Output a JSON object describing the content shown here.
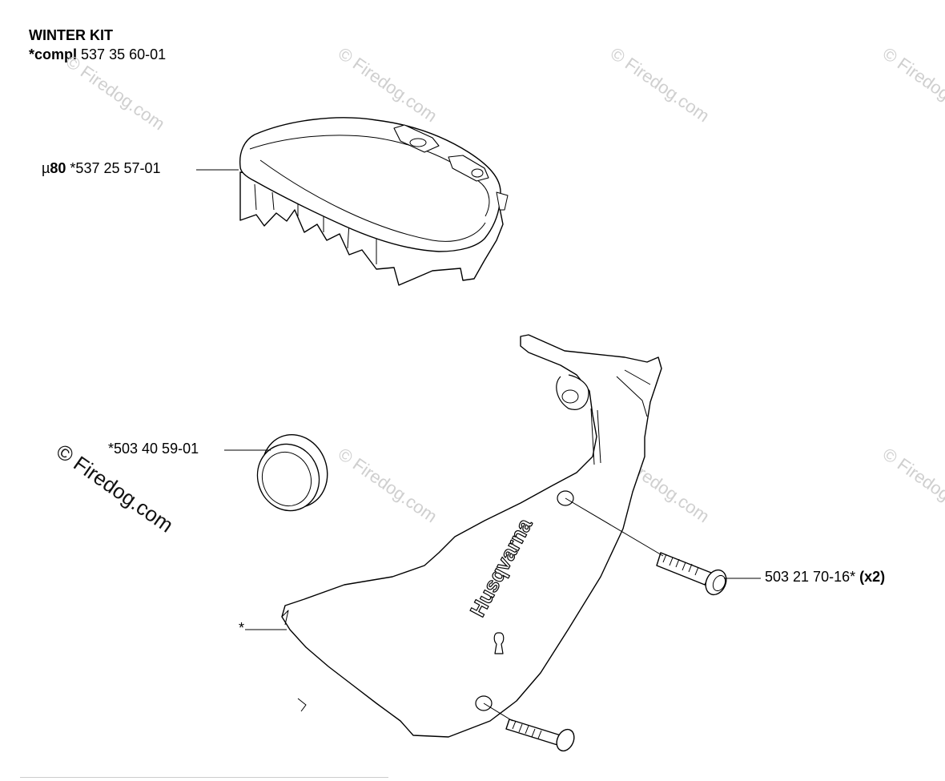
{
  "header": {
    "title": "WINTER KIT",
    "compl_prefix": "*compl",
    "compl_number": "537 35 60-01"
  },
  "callouts": {
    "top_cover_prefix": "µ",
    "top_cover_ref": "80",
    "top_cover_part": "*537 25 57-01",
    "plug_part": "*503 40 59-01",
    "screw_part": "503 21 70-16*",
    "screw_qty": "(x2)",
    "cover_marker": "*"
  },
  "brand_text": "Husqvarna",
  "watermark": "© Firedog.com",
  "colors": {
    "line": "#000000",
    "fill": "#ffffff",
    "watermark": "#cfcfcf"
  }
}
